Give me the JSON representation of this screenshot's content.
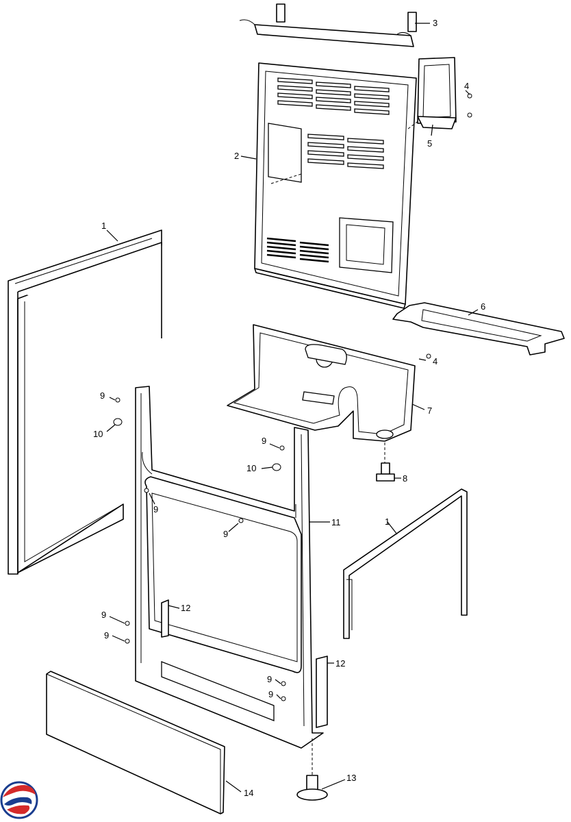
{
  "callouts": [
    {
      "id": "side-panel-left",
      "label": "1"
    },
    {
      "id": "side-panel-right",
      "label": "1"
    },
    {
      "id": "back-panel",
      "label": "2"
    },
    {
      "id": "top-bracket",
      "label": "3"
    },
    {
      "id": "screw-top",
      "label": "4"
    },
    {
      "id": "screw-mid",
      "label": "4"
    },
    {
      "id": "cover-bracket",
      "label": "5"
    },
    {
      "id": "base-plate",
      "label": "6"
    },
    {
      "id": "burner-tray",
      "label": "7"
    },
    {
      "id": "bolt",
      "label": "8"
    },
    {
      "id": "screw-a",
      "label": "9"
    },
    {
      "id": "screw-b",
      "label": "9"
    },
    {
      "id": "screw-c",
      "label": "9"
    },
    {
      "id": "screw-d",
      "label": "9"
    },
    {
      "id": "screw-e",
      "label": "9"
    },
    {
      "id": "screw-f",
      "label": "9"
    },
    {
      "id": "screw-g",
      "label": "9"
    },
    {
      "id": "screw-h",
      "label": "9"
    },
    {
      "id": "clip-a",
      "label": "10"
    },
    {
      "id": "clip-b",
      "label": "10"
    },
    {
      "id": "front-frame",
      "label": "11"
    },
    {
      "id": "hinge-left",
      "label": "12"
    },
    {
      "id": "hinge-right",
      "label": "12"
    },
    {
      "id": "leveling-foot",
      "label": "13"
    },
    {
      "id": "kick-panel",
      "label": "14"
    }
  ],
  "logo": {
    "name": "brand-logo",
    "colors": [
      "#1a3d8f",
      "#d42a2a"
    ]
  }
}
